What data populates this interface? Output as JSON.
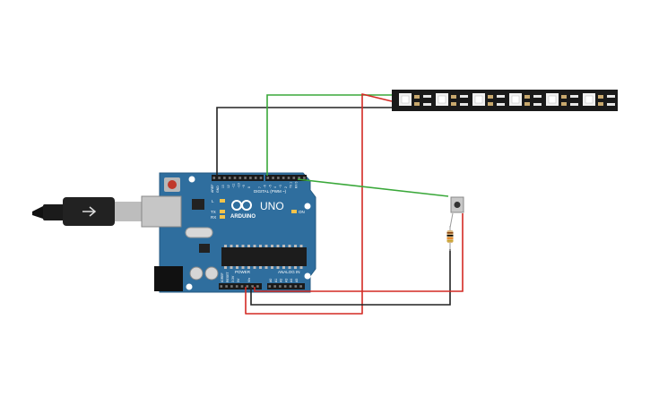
{
  "board": {
    "brand": "ARDUINO",
    "model": "UNO",
    "digital_label": "DIGITAL (PWM ~)",
    "power_label": "POWER",
    "analog_label": "ANALOG IN",
    "led_l": "L",
    "led_tx": "TX",
    "led_rx": "RX",
    "led_on": "ON",
    "aref": "AREF",
    "gnd": "GND",
    "ioref": "IOREF",
    "reset": "RESET",
    "v33": "3.3V",
    "v5": "5V",
    "vin": "Vin",
    "analog_pins": [
      "A0",
      "A1",
      "A2",
      "A3",
      "A4",
      "A5"
    ],
    "digital_pins": [
      "13",
      "12",
      "~11",
      "~10",
      "~9",
      "8",
      "7",
      "~6",
      "~5",
      "4",
      "~3",
      "2",
      "TX 1",
      "RX 0"
    ]
  },
  "components": {
    "usb_cable": "usb-cable",
    "led_strip": {
      "pixels": 6
    },
    "pushbutton": "pushbutton",
    "resistor": "resistor"
  },
  "colors": {
    "board": "#2f6e9e",
    "wire_red": "#d42a24",
    "wire_green": "#3aa83a",
    "wire_black": "#222222",
    "strip": "#1a1a1a"
  }
}
